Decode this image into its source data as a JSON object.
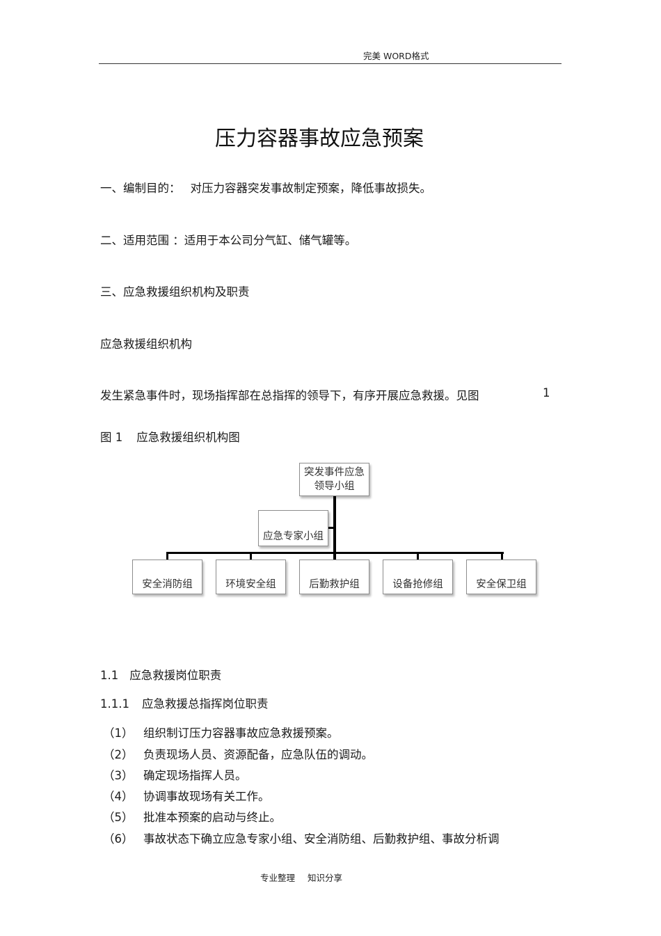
{
  "header": {
    "text": "完美 WORD格式"
  },
  "document": {
    "title": "压力容器事故应急预案",
    "sections": [
      {
        "label": "一、编制目的：",
        "content": "对压力容器突发事故制定预案，降低事故损失。"
      },
      {
        "label": "二、适用范围 ：",
        "content": "适用于本公司分气缸、储气罐等。"
      },
      {
        "label": "三、应急救援组织机构及职责",
        "content": ""
      }
    ],
    "subheading": "应急救援组织机构",
    "intro_paragraph": "发生紧急事件时，现场指挥部在总指挥的领导下，有序开展应急救援。见图",
    "intro_figure_number": "1",
    "figure_caption": {
      "label": "图 1",
      "text": "应急救援组织机构图"
    },
    "org_chart": {
      "top": {
        "line1": "突发事件应急",
        "line2": "领导小组"
      },
      "advisor": "应急专家小组",
      "groups": [
        "安全消防组",
        "环境安全组",
        "后勤救护组",
        "设备抢修组",
        "安全保卫组"
      ]
    },
    "section_1_1": {
      "number": "1.1",
      "title": "应急救援岗位职责"
    },
    "section_1_1_1": {
      "number": "1.1.1",
      "title": "应急救援总指挥岗位职责"
    },
    "duties": [
      {
        "num": "（1）",
        "text": "组织制订压力容器事故应急救援预案。"
      },
      {
        "num": "（2）",
        "text": "负责现场人员、资源配备，应急队伍的调动。"
      },
      {
        "num": "（3）",
        "text": "确定现场指挥人员。"
      },
      {
        "num": "（4）",
        "text": "协调事故现场有关工作。"
      },
      {
        "num": "（5）",
        "text": "批准本预案的启动与终止。"
      },
      {
        "num": "（6）",
        "text": "事故状态下确立应急专家小组、安全消防组、后勤救护组、事故分析调"
      }
    ]
  },
  "footer": {
    "left": "专业整理",
    "right": "知识分享"
  }
}
